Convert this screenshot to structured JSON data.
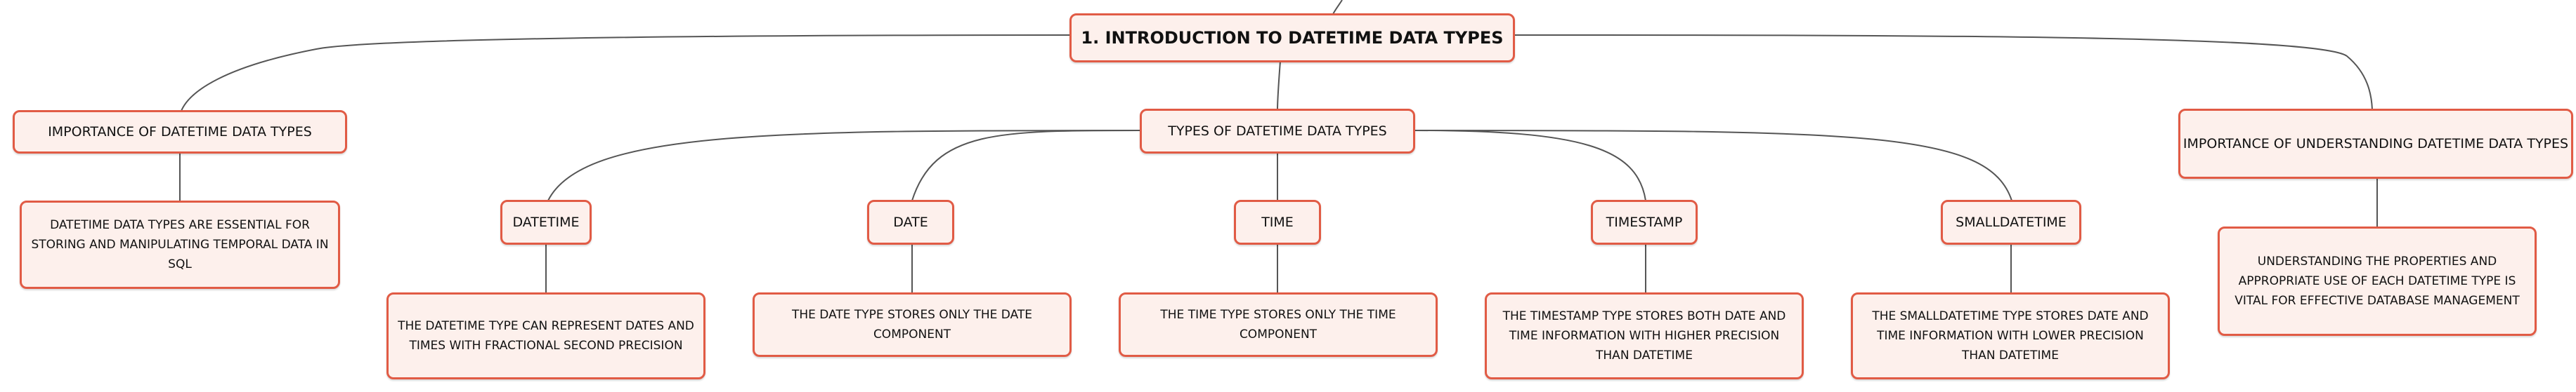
{
  "root": {
    "label": "1. INTRODUCTION TO DATETIME DATA TYPES"
  },
  "importance": {
    "label": "IMPORTANCE OF DATETIME DATA TYPES",
    "detail": "DATETIME DATA TYPES ARE ESSENTIAL FOR STORING AND MANIPULATING TEMPORAL DATA IN SQL"
  },
  "types": {
    "label": "TYPES OF DATETIME DATA TYPES",
    "items": [
      {
        "label": "DATETIME",
        "detail": "THE DATETIME TYPE CAN REPRESENT DATES AND TIMES WITH FRACTIONAL SECOND PRECISION"
      },
      {
        "label": "DATE",
        "detail": "THE DATE TYPE STORES ONLY THE DATE COMPONENT"
      },
      {
        "label": "TIME",
        "detail": "THE TIME TYPE STORES ONLY THE TIME COMPONENT"
      },
      {
        "label": "TIMESTAMP",
        "detail": "THE TIMESTAMP TYPE STORES BOTH DATE AND TIME INFORMATION WITH HIGHER PRECISION THAN DATETIME"
      },
      {
        "label": "SMALLDATETIME",
        "detail": "THE SMALLDATETIME TYPE STORES DATE AND TIME INFORMATION WITH LOWER PRECISION THAN DATETIME"
      }
    ]
  },
  "understanding": {
    "label": "IMPORTANCE OF UNDERSTANDING DATETIME DATA TYPES",
    "detail": "UNDERSTANDING THE PROPERTIES AND APPROPRIATE USE OF EACH DATETIME TYPE IS VITAL FOR EFFECTIVE DATABASE MANAGEMENT"
  },
  "colors": {
    "border": "#e15b45",
    "fill": "#fdf0ec",
    "line": "#555555"
  }
}
